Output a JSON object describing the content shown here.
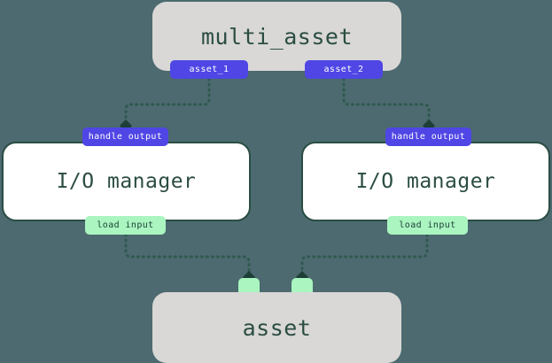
{
  "diagram": {
    "background_color": "#4c6a70",
    "accent_purple": "#4f46e5",
    "accent_green": "#aaf5c0",
    "text_dark_green": "#2b4d43",
    "node_grey": "#d9d8d6",
    "nodes": {
      "multi_asset": {
        "title": "multi_asset"
      },
      "io_manager_left": {
        "title": "I/O manager"
      },
      "io_manager_right": {
        "title": "I/O manager"
      },
      "asset": {
        "title": "asset"
      }
    },
    "badges": {
      "asset_1": "asset_1",
      "asset_2": "asset_2",
      "handle_output_left": "handle output",
      "handle_output_right": "handle output",
      "load_input_left": "load input",
      "load_input_right": "load input"
    },
    "edges": [
      {
        "from": "asset_1",
        "to": "handle_output_left"
      },
      {
        "from": "asset_2",
        "to": "handle_output_right"
      },
      {
        "from": "load_input_left",
        "to": "asset_input_left"
      },
      {
        "from": "load_input_right",
        "to": "asset_input_right"
      }
    ]
  }
}
